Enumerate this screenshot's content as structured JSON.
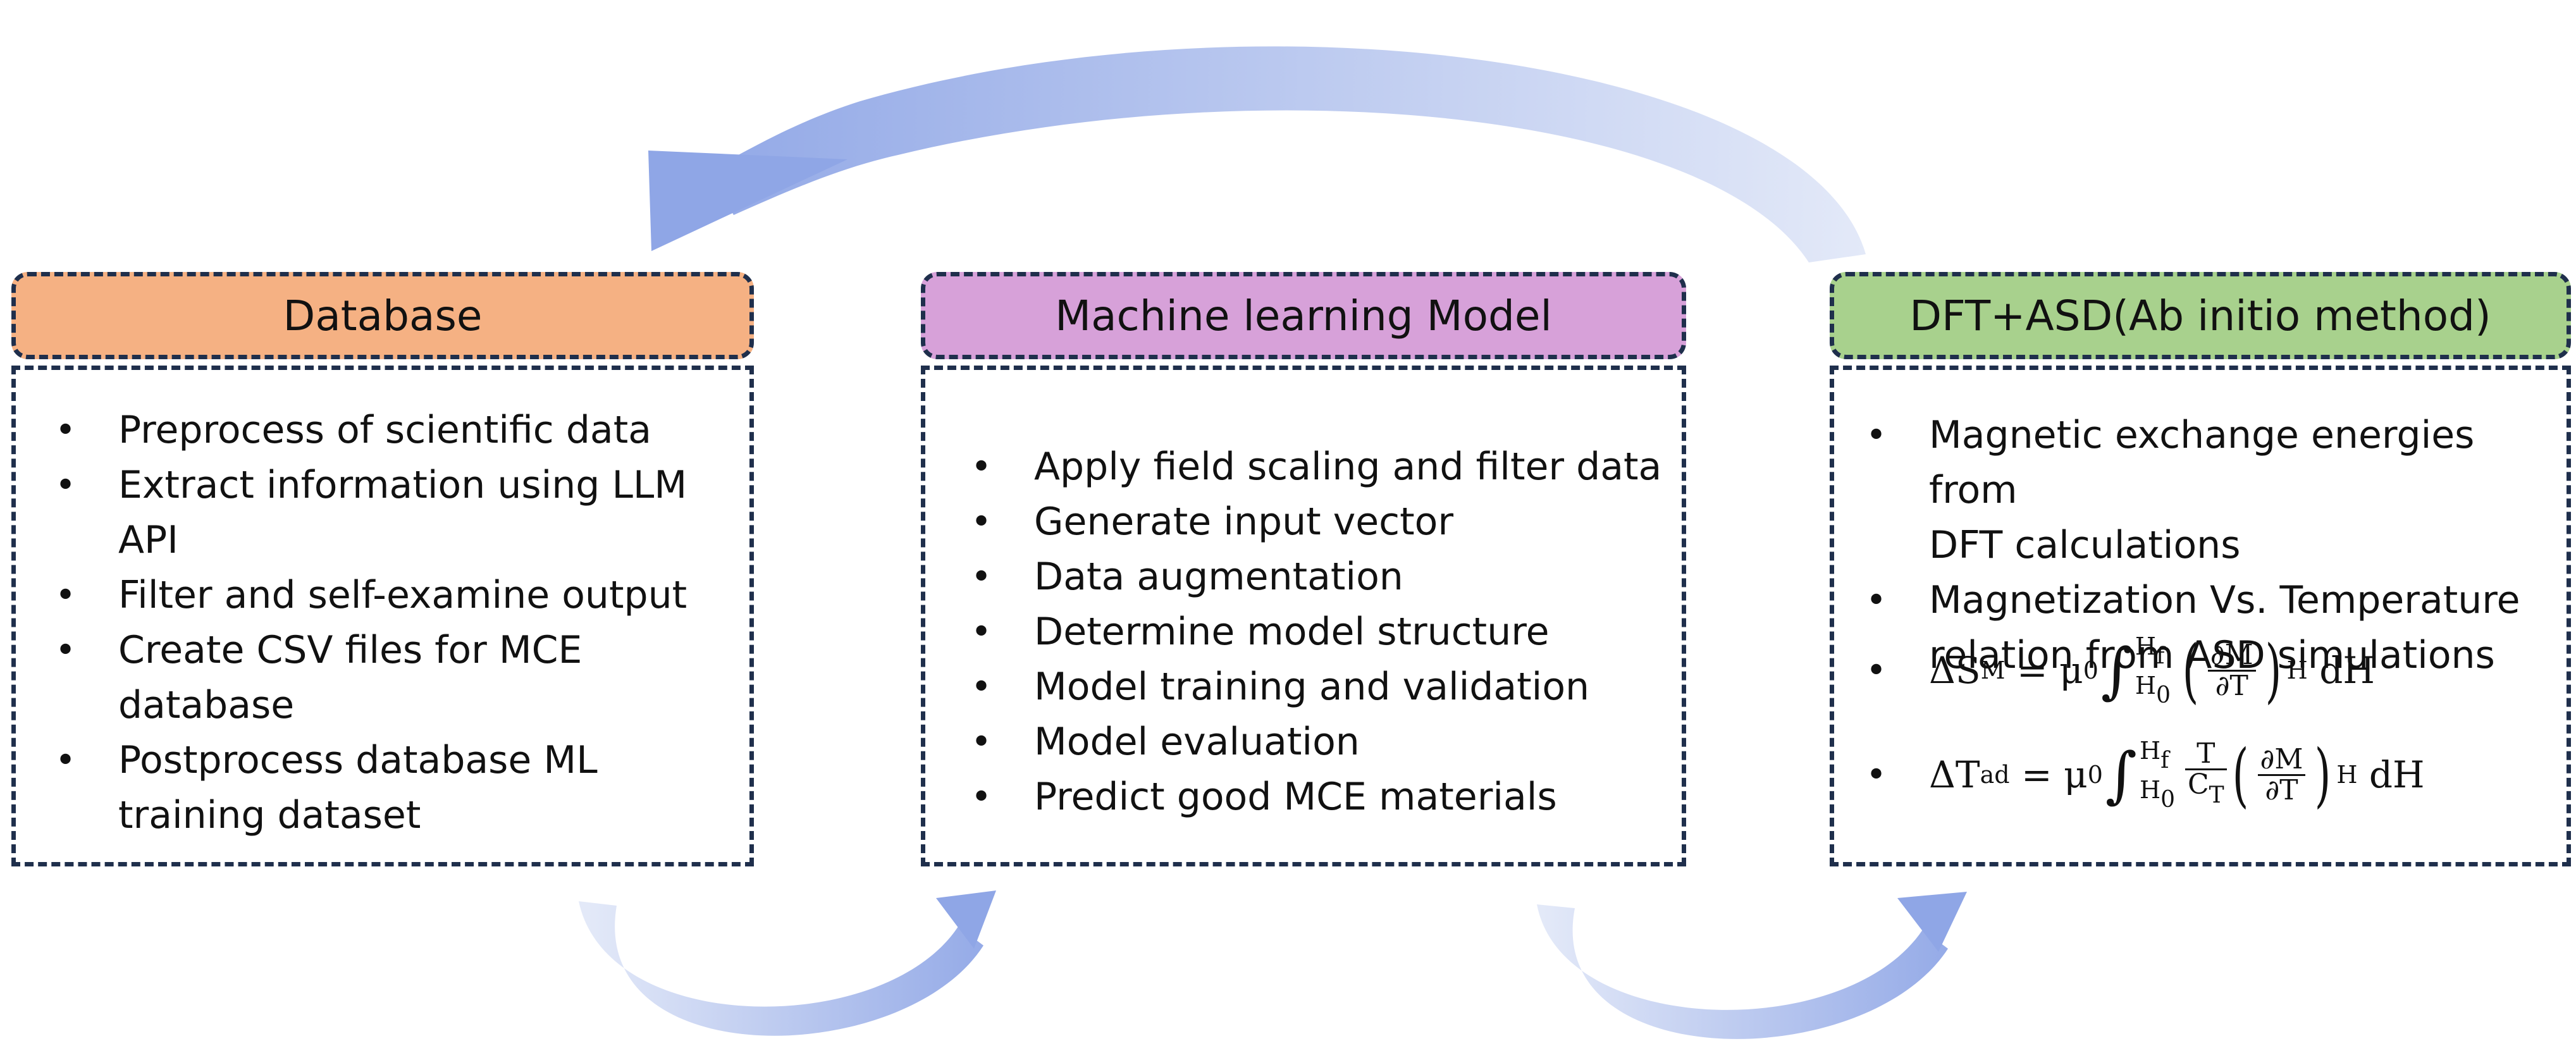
{
  "colors": {
    "database_header": "#f5b183",
    "ml_header": "#d7a1d9",
    "dft_header": "#a8d18d",
    "border": "#1f2f4c",
    "arrow_light": "#dde4f6",
    "arrow_dark": "#8fa6e6"
  },
  "boxes": {
    "database": {
      "title": "Database",
      "items": [
        "Preprocess of scientific data",
        "Extract information using LLM",
        "API",
        "Filter and self-examine output",
        "Create CSV files for MCE",
        "database",
        "Postprocess database ML",
        "training dataset"
      ]
    },
    "ml": {
      "title": "Machine learning Model",
      "items": [
        "Apply field scaling and filter data",
        "Generate input vector",
        "Data augmentation",
        "Determine model structure",
        "Model training and validation",
        "Model evaluation",
        "Predict good MCE materials"
      ]
    },
    "dft": {
      "title": "DFT+ASD(Ab initio method)",
      "items": [
        "Magnetic exchange energies from",
        "DFT calculations",
        "Magnetization Vs. Temperature",
        "relation from ASD simulations"
      ]
    }
  }
}
